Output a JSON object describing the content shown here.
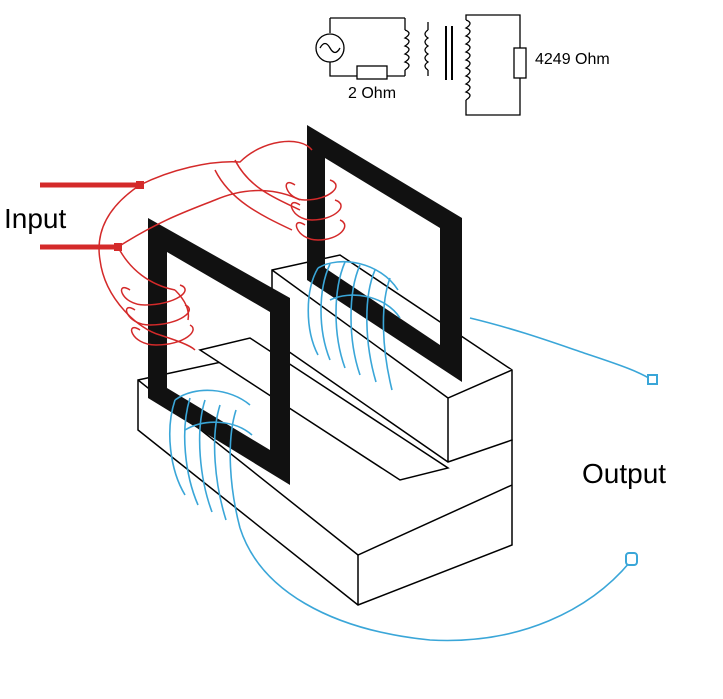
{
  "labels": {
    "input": "Input",
    "output": "Output",
    "primary_resistance": "2 Ohm",
    "load_resistance": "4249 Ohm"
  },
  "colors": {
    "input_wire": "#d42a2a",
    "output_wire": "#3aa6d8",
    "core": "#111111",
    "outline": "#000000",
    "background": "#ffffff"
  },
  "icons": {
    "source": "ac-source-icon",
    "primary_resistor": "resistor-icon",
    "load_resistor": "resistor-icon"
  }
}
